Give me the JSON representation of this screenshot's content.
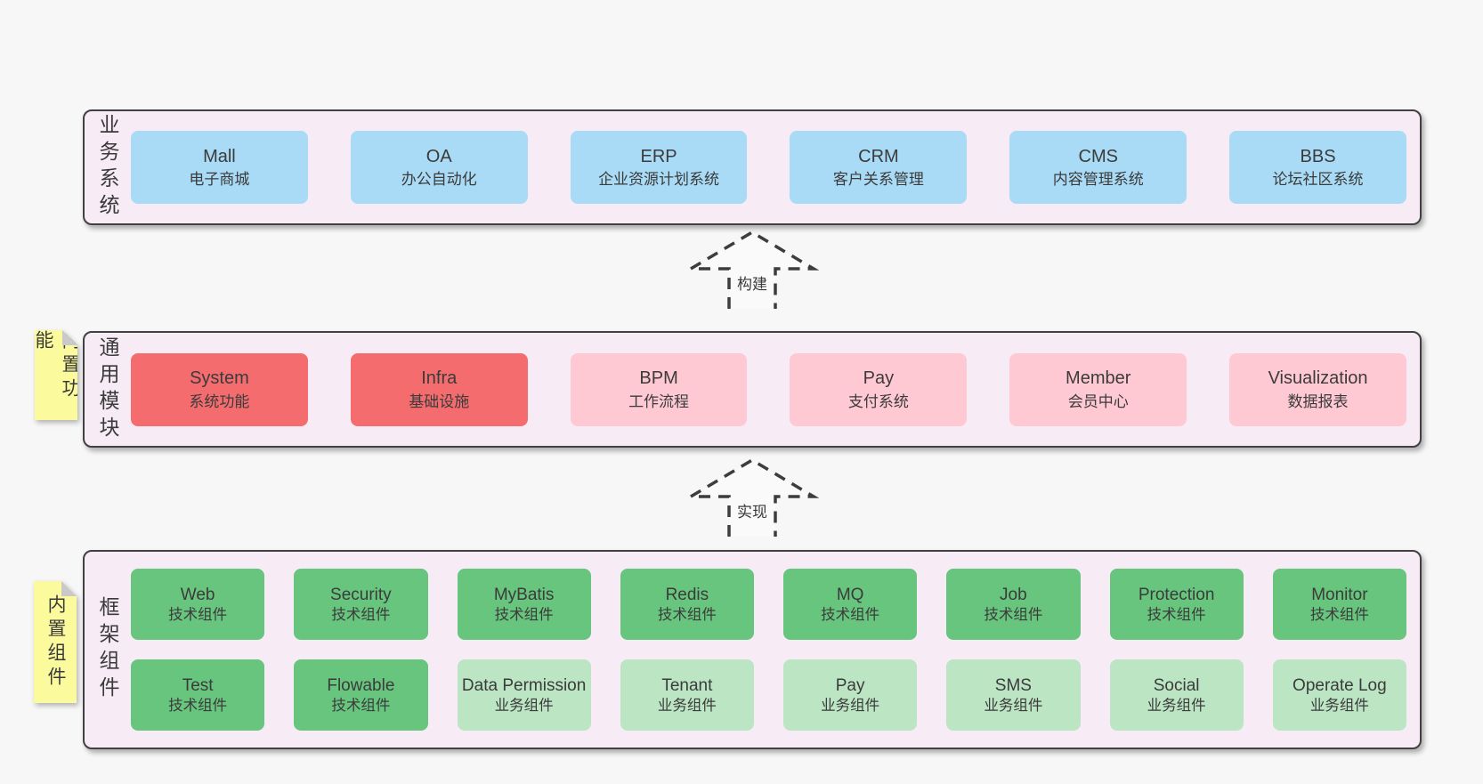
{
  "palette": {
    "page_bg": "#f7f7f7",
    "container_bg": "#f7ecf5",
    "container_border": "#414141",
    "blue": "#a9dbf6",
    "red": "#f56c6f",
    "pink": "#fec9d3",
    "green": "#67c57e",
    "light_green": "#bce5c4",
    "note_yellow": "#fbfb9e",
    "note_fold": "#c9c9c9",
    "text": "#3b3b3b"
  },
  "arrows": [
    {
      "label": "构建"
    },
    {
      "label": "实现"
    }
  ],
  "layers": [
    {
      "label": "业务系统",
      "rows": [
        [
          {
            "title": "Mall",
            "subtitle": "电子商城",
            "bg": "#a9dbf6"
          },
          {
            "title": "OA",
            "subtitle": "办公自动化",
            "bg": "#a9dbf6"
          },
          {
            "title": "ERP",
            "subtitle": "企业资源计划系统",
            "bg": "#a9dbf6"
          },
          {
            "title": "CRM",
            "subtitle": "客户关系管理",
            "bg": "#a9dbf6"
          },
          {
            "title": "CMS",
            "subtitle": "内容管理系统",
            "bg": "#a9dbf6"
          },
          {
            "title": "BBS",
            "subtitle": "论坛社区系统",
            "bg": "#a9dbf6"
          }
        ]
      ]
    },
    {
      "label": "通用模块",
      "note": "内置功能",
      "rows": [
        [
          {
            "title": "System",
            "subtitle": "系统功能",
            "bg": "#f56c6f"
          },
          {
            "title": "Infra",
            "subtitle": "基础设施",
            "bg": "#f56c6f"
          },
          {
            "title": "BPM",
            "subtitle": "工作流程",
            "bg": "#fec9d3"
          },
          {
            "title": "Pay",
            "subtitle": "支付系统",
            "bg": "#fec9d3"
          },
          {
            "title": "Member",
            "subtitle": "会员中心",
            "bg": "#fec9d3"
          },
          {
            "title": "Visualization",
            "subtitle": "数据报表",
            "bg": "#fec9d3"
          }
        ]
      ]
    },
    {
      "label": "框架组件",
      "note": "内置组件",
      "rows": [
        [
          {
            "title": "Web",
            "subtitle": "技术组件",
            "bg": "#67c57e"
          },
          {
            "title": "Security",
            "subtitle": "技术组件",
            "bg": "#67c57e"
          },
          {
            "title": "MyBatis",
            "subtitle": "技术组件",
            "bg": "#67c57e"
          },
          {
            "title": "Redis",
            "subtitle": "技术组件",
            "bg": "#67c57e"
          },
          {
            "title": "MQ",
            "subtitle": "技术组件",
            "bg": "#67c57e"
          },
          {
            "title": "Job",
            "subtitle": "技术组件",
            "bg": "#67c57e"
          },
          {
            "title": "Protection",
            "subtitle": "技术组件",
            "bg": "#67c57e"
          },
          {
            "title": "Monitor",
            "subtitle": "技术组件",
            "bg": "#67c57e"
          }
        ],
        [
          {
            "title": "Test",
            "subtitle": "技术组件",
            "bg": "#67c57e"
          },
          {
            "title": "Flowable",
            "subtitle": "技术组件",
            "bg": "#67c57e"
          },
          {
            "title": "Data Permission",
            "subtitle": "业务组件",
            "bg": "#bce5c4"
          },
          {
            "title": "Tenant",
            "subtitle": "业务组件",
            "bg": "#bce5c4"
          },
          {
            "title": "Pay",
            "subtitle": "业务组件",
            "bg": "#bce5c4"
          },
          {
            "title": "SMS",
            "subtitle": "业务组件",
            "bg": "#bce5c4"
          },
          {
            "title": "Social",
            "subtitle": "业务组件",
            "bg": "#bce5c4"
          },
          {
            "title": "Operate Log",
            "subtitle": "业务组件",
            "bg": "#bce5c4"
          }
        ]
      ]
    }
  ]
}
